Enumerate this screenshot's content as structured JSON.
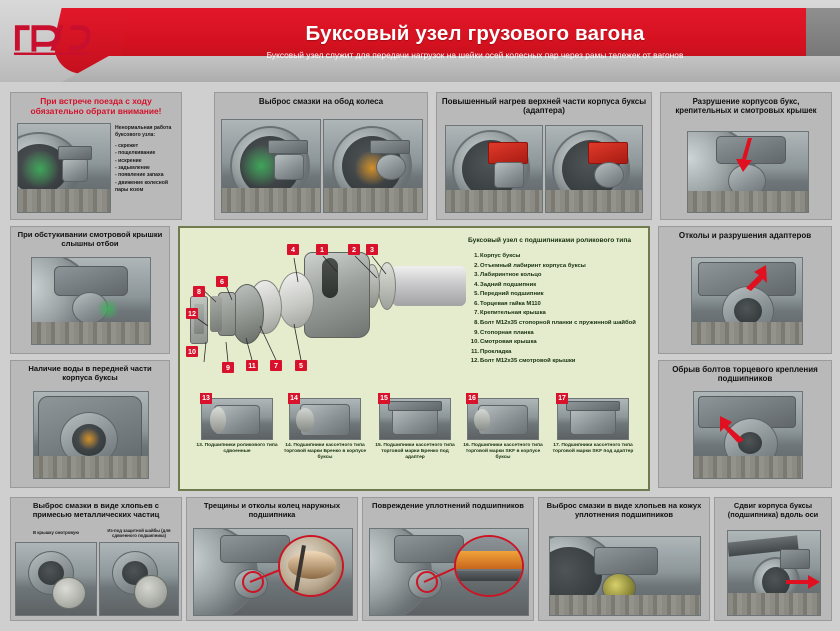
{
  "header": {
    "logo_alt": "rzd-logo",
    "title": "Буксовый узел грузового вагона",
    "subtitle": "Буксовый узел служит для передачи нагрузок на шейки осей колесных пар через рамы тележек от вагонов"
  },
  "panels": {
    "left_1": {
      "title": "При встрече поезда с ходу обязательно обрати внимание!",
      "list_title": "Ненормальная работа буксового узла:",
      "items": [
        "- скрежет",
        "- пощелкивание",
        "- искрение",
        "- задымление",
        "- появление запаха",
        "- движение колесной",
        "  пары юзом"
      ]
    },
    "left_2": {
      "title": "При обстукивании смотровой крышки слышны отбои"
    },
    "left_3": {
      "title": "Наличие воды в передней части корпуса буксы"
    },
    "top_2": {
      "title": "Выброс смазки на обод  колеса"
    },
    "top_3": {
      "title": "Повышенный нагрев верхней части корпуса буксы (адаптера)"
    },
    "top_4": {
      "title": "Разрушение корпусов букс, крепительных и смотровых крышек"
    },
    "right_1": {
      "title": "Отколы и разрушения адаптеров"
    },
    "right_2": {
      "title": "Обрыв болтов торцевого крепления подшипников"
    },
    "bottom_1": {
      "title": "Выброс смазки в виде хлопьев с примесью металлических частиц",
      "sub_left": "В крышку смотровую",
      "sub_right": "Из-под защитной шайбы (для сдвоенного подшипника)"
    },
    "bottom_2": {
      "title": "Трещины и отколы колец наружных подшипника"
    },
    "bottom_3": {
      "title": "Повреждение уплотнений подшипников"
    },
    "bottom_4": {
      "title": "Выброс смазки в виде хлопьев на кожух уплотнения подшипников"
    },
    "bottom_5": {
      "title": "Сдвиг корпуса буксы (подшипника) вдоль оси"
    }
  },
  "diagram": {
    "legend_title": "Буксовый узел с подшипниками роликового типа",
    "legend": [
      {
        "n": "1.",
        "text": "Корпус буксы"
      },
      {
        "n": "2.",
        "text": "Отъемный лабиринт корпуса буксы"
      },
      {
        "n": "3.",
        "text": "Лабиринтное кольцо"
      },
      {
        "n": "4.",
        "text": "Задний подшипник"
      },
      {
        "n": "5.",
        "text": "Передний подшипник"
      },
      {
        "n": "6.",
        "text": "Торцевая гайка М110"
      },
      {
        "n": "7.",
        "text": "Крепительная крышка"
      },
      {
        "n": "8.",
        "text": "Болт М12х35 стопорной планки с пружинной шайбой"
      },
      {
        "n": "9.",
        "text": "Стопорная планка"
      },
      {
        "n": "10.",
        "text": "Смотровая крышка"
      },
      {
        "n": "11.",
        "text": "Прокладка"
      },
      {
        "n": "12.",
        "text": "Болт М12х35 смотровой крышки"
      }
    ],
    "callouts": [
      "1",
      "2",
      "3",
      "4",
      "5",
      "6",
      "7",
      "8",
      "9",
      "10",
      "11",
      "12"
    ],
    "sub_items": [
      {
        "num": "13",
        "caption": "13. Подшипники роликового типа сдвоенные"
      },
      {
        "num": "14",
        "caption": "14. Подшипники кассетного типа торговой марки Бренко в корпусе буксы"
      },
      {
        "num": "15",
        "caption": "15. Подшипники кассетного типа торговой марки Бренко под адаптер"
      },
      {
        "num": "16",
        "caption": "16. Подшипники кассетного типа торговой марки SKF в корпусе буксы"
      },
      {
        "num": "17",
        "caption": "17. Подшипники кассетного типа торговой марки SKF под адаптер"
      }
    ]
  },
  "colors": {
    "brand_red": "#d2112a",
    "panel_grey": "#b9b9b9",
    "diagram_green": "#e4eccd",
    "callout_red": "#d8122a"
  }
}
